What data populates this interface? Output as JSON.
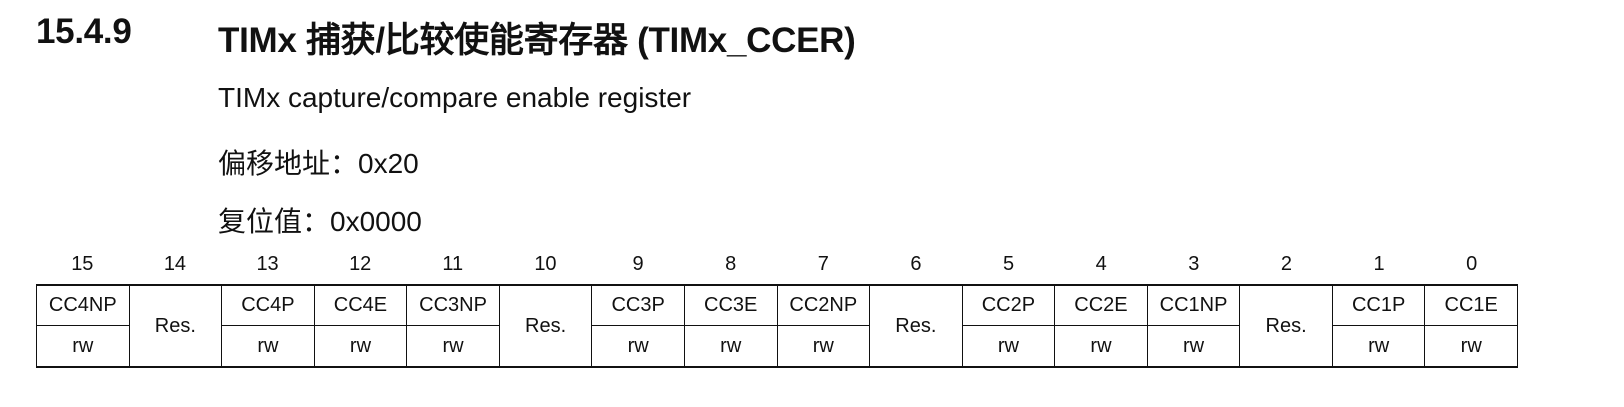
{
  "heading": {
    "number": "15.4.9",
    "title": "TIMx 捕获/比较使能寄存器 (TIMx_CCER)"
  },
  "subtitle": "TIMx capture/compare enable register",
  "offset": {
    "label": "偏移地址：",
    "value": "0x20"
  },
  "reset": {
    "label": "复位值：",
    "value": "0x0000"
  },
  "register": {
    "bits": [
      {
        "bit": "15",
        "name": "CC4NP",
        "access": "rw"
      },
      {
        "bit": "14",
        "name": "Res.",
        "access": ""
      },
      {
        "bit": "13",
        "name": "CC4P",
        "access": "rw"
      },
      {
        "bit": "12",
        "name": "CC4E",
        "access": "rw"
      },
      {
        "bit": "11",
        "name": "CC3NP",
        "access": "rw"
      },
      {
        "bit": "10",
        "name": "Res.",
        "access": ""
      },
      {
        "bit": "9",
        "name": "CC3P",
        "access": "rw"
      },
      {
        "bit": "8",
        "name": "CC3E",
        "access": "rw"
      },
      {
        "bit": "7",
        "name": "CC2NP",
        "access": "rw"
      },
      {
        "bit": "6",
        "name": "Res.",
        "access": ""
      },
      {
        "bit": "5",
        "name": "CC2P",
        "access": "rw"
      },
      {
        "bit": "4",
        "name": "CC2E",
        "access": "rw"
      },
      {
        "bit": "3",
        "name": "CC1NP",
        "access": "rw"
      },
      {
        "bit": "2",
        "name": "Res.",
        "access": ""
      },
      {
        "bit": "1",
        "name": "CC1P",
        "access": "rw"
      },
      {
        "bit": "0",
        "name": "CC1E",
        "access": "rw"
      }
    ]
  }
}
